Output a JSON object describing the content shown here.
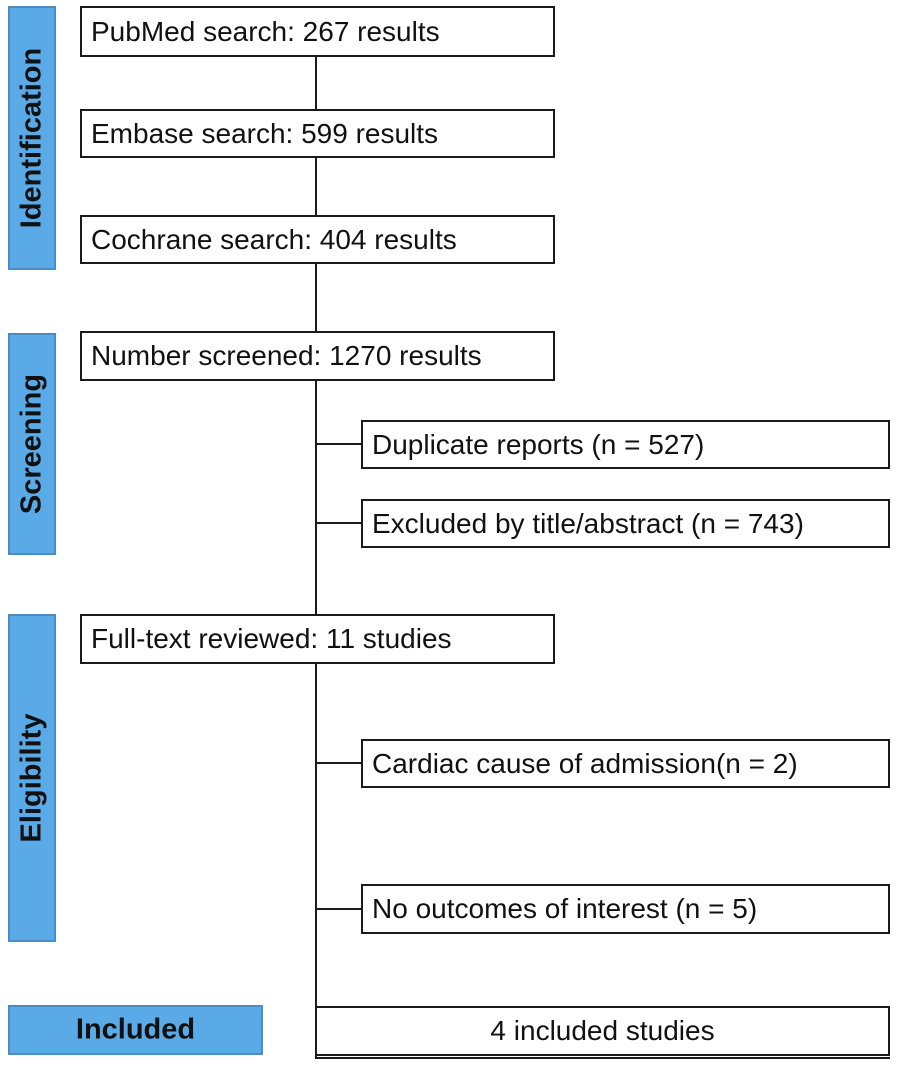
{
  "phases": {
    "identification": "Identification",
    "screening": "Screening",
    "eligibility": "Eligibility",
    "included": "Included"
  },
  "boxes": {
    "pubmed": "PubMed search: 267 results",
    "embase": "Embase search: 599 results",
    "cochrane": "Cochrane search: 404 results",
    "screened": "Number screened: 1270 results",
    "duplicates": "Duplicate reports (n = 527)",
    "excluded_title": "Excluded by title/abstract (n = 743)",
    "fulltext": "Full-text reviewed: 11 studies",
    "cardiac": "Cardiac cause of admission(n = 2)",
    "no_outcomes": "No outcomes of interest (n = 5)",
    "included_studies": "4 included studies"
  }
}
